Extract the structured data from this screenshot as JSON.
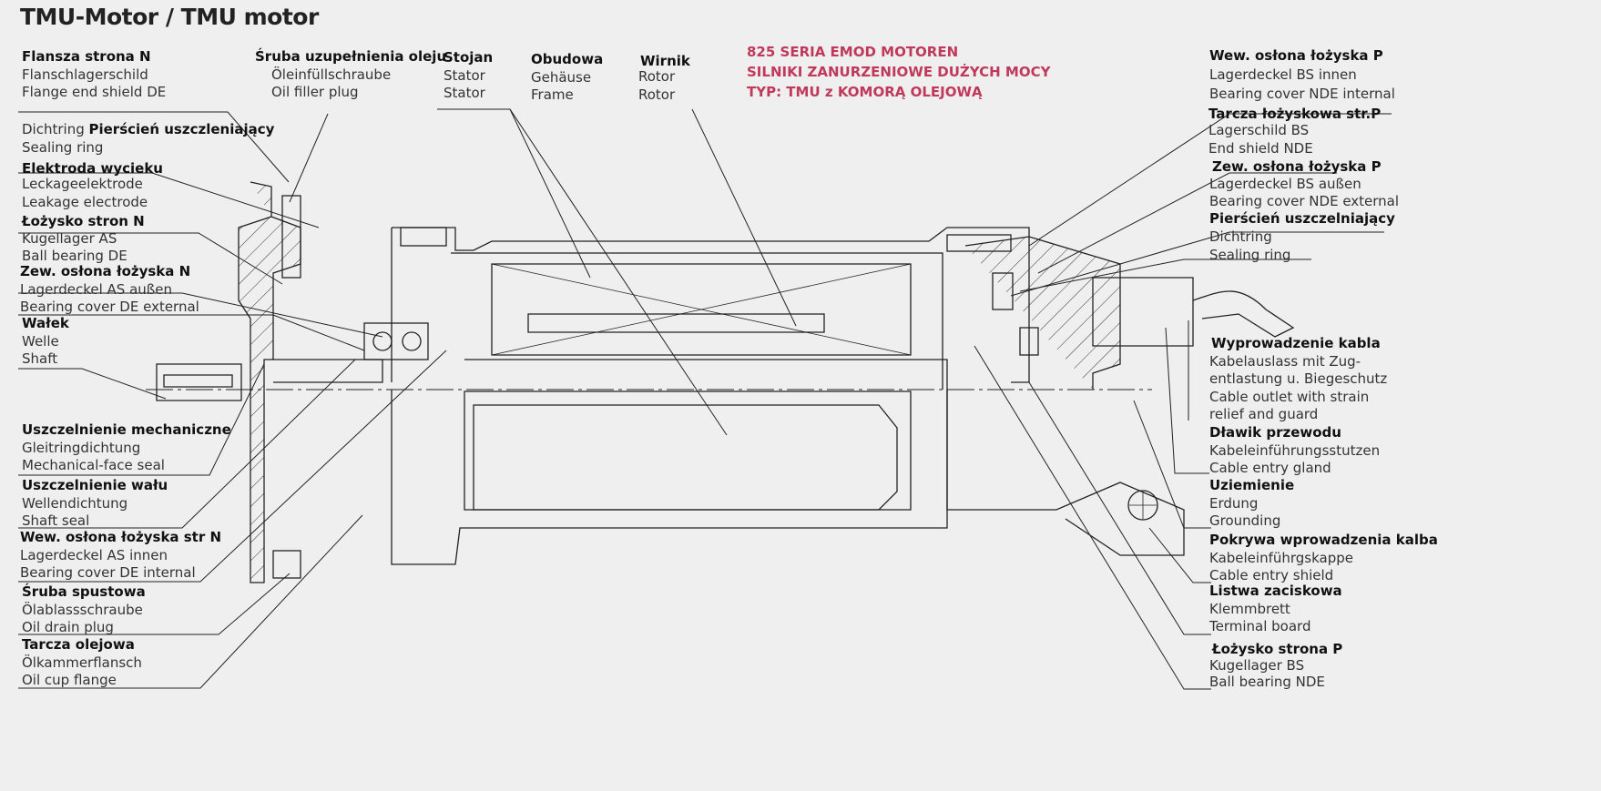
{
  "title": "TMU-Motor / TMU motor",
  "info": [
    "825 SERIA EMOD MOTOREN",
    "SILNIKI ZANURZENIOWE DUŻYCH MOCY",
    "TYP: TMU z KOMORĄ OLEJOWĄ"
  ],
  "colors": {
    "info": "#c0395a",
    "lines": "#222222"
  },
  "left_labels": [
    {
      "pl": "Flansza strona N",
      "de": "Flanschlagerschild",
      "en": "Flange end shield DE"
    },
    {
      "pl": "Pierścień uszczleniający",
      "de": "Dichtring",
      "en": "Sealing ring"
    },
    {
      "pl": "Elektroda wycieku",
      "de": "Leckageelektrode",
      "en": "Leakage electrode"
    },
    {
      "pl": "Łożysko stron N",
      "de": "Kugellager AS",
      "en": "Ball bearing DE"
    },
    {
      "pl": "Zew. osłona łożyska N",
      "de": "Lagerdeckel AS außen",
      "en": "Bearing cover DE external"
    },
    {
      "pl": "Wałek",
      "de": "Welle",
      "en": "Shaft"
    },
    {
      "pl": "Uszczelnienie mechaniczne",
      "de": "Gleitringdichtung",
      "en": "Mechanical-face seal"
    },
    {
      "pl": "Uszczelnienie wału",
      "de": "Wellendichtung",
      "en": "Shaft seal"
    },
    {
      "pl": "Wew. osłona łożyska str N",
      "de": "Lagerdeckel AS innen",
      "en": "Bearing cover DE internal"
    },
    {
      "pl": "Śruba spustowa",
      "de": "Ölablassschraube",
      "en": "Oil drain plug"
    },
    {
      "pl": "Tarcza olejowa",
      "de": "Ölkammerflansch",
      "en": "Oil cup flange"
    }
  ],
  "top_labels": [
    {
      "pl": "Śruba uzupełnienia oleju",
      "de": "Öleinfüllschraube",
      "en": "Oil filler plug"
    },
    {
      "pl": "Stojan",
      "de": "Stator",
      "en": "Stator"
    },
    {
      "pl": "Obudowa",
      "de": "Gehäuse",
      "en": "Frame"
    },
    {
      "pl": "Wirnik",
      "de": "Rotor",
      "en": "Rotor"
    }
  ],
  "right_labels": [
    {
      "pl": "Wew. osłona łożyska P",
      "de": "Lagerdeckel BS innen",
      "en": "Bearing cover NDE internal"
    },
    {
      "pl": "Tarcza łożyskowa str.P",
      "de": "Lagerschild BS",
      "en": "End shield NDE"
    },
    {
      "pl": "Zew. osłona łożyska P",
      "de": "Lagerdeckel BS außen",
      "en": "Bearing cover NDE external"
    },
    {
      "pl": "Pierścień uszczelniający",
      "de": "Dichtring",
      "en": "Sealing ring"
    },
    {
      "pl": "Wyprowadzenie kabla",
      "de": "Kabelauslass mit Zug-",
      "de2": "entlastung u. Biegeschutz",
      "en": "Cable outlet with strain",
      "en2": "relief and guard"
    },
    {
      "pl": "Dławik przewodu",
      "de": "Kabeleinführungsstutzen",
      "en": "Cable entry gland"
    },
    {
      "pl": "Uziemienie",
      "de": "Erdung",
      "en": "Grounding"
    },
    {
      "pl": "Pokrywa wprowadzenia kalba",
      "de": "Kabeleinführgskappe",
      "en": "Cable entry shield"
    },
    {
      "pl": "Listwa zaciskowa",
      "de": "Klemmbrett",
      "en": "Terminal board"
    },
    {
      "pl": "Łożysko strona P",
      "de": "Kugellager BS",
      "en": "Ball bearing NDE"
    }
  ]
}
